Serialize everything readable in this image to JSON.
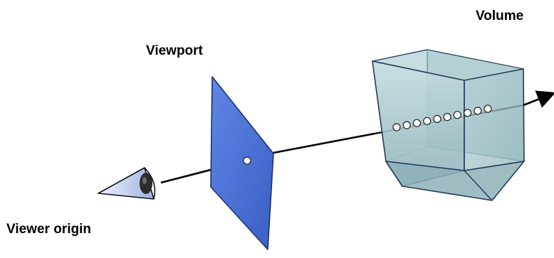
{
  "labels": {
    "volume": "Volume",
    "viewport": "Viewport",
    "viewer_origin": "Viewer origin"
  },
  "colors": {
    "viewport_plane": "#4a72d6",
    "viewport_edge": "#1f2f6e",
    "volume_fill": "#a9c9d0",
    "volume_edge": "#243a5c",
    "eye_fill": "#c8d4ee",
    "ray": "#000000"
  },
  "icons": {
    "eye": "eye-icon",
    "sample_point": "sample-point"
  },
  "sample_point_count": 10
}
